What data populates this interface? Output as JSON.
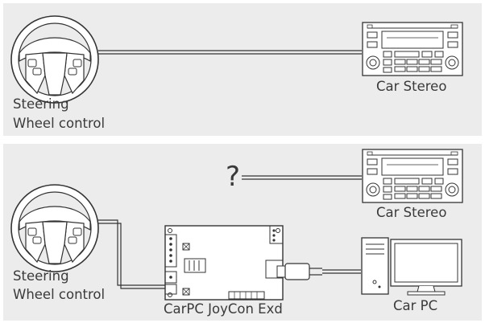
{
  "top_diagram": {
    "steering_label_line1": "Steering",
    "steering_label_line2": "Wheel control",
    "stereo_label": "Car Stereo"
  },
  "bottom_diagram": {
    "steering_label_line1": "Steering",
    "steering_label_line2": "Wheel control",
    "stereo_label": "Car Stereo",
    "question_mark": "?",
    "joycon_label": "CarPC JoyCon Exd",
    "pc_label": "Car PC"
  },
  "colors": {
    "panel": "#ececec",
    "stroke": "#333333",
    "text": "#3a3a3a"
  }
}
